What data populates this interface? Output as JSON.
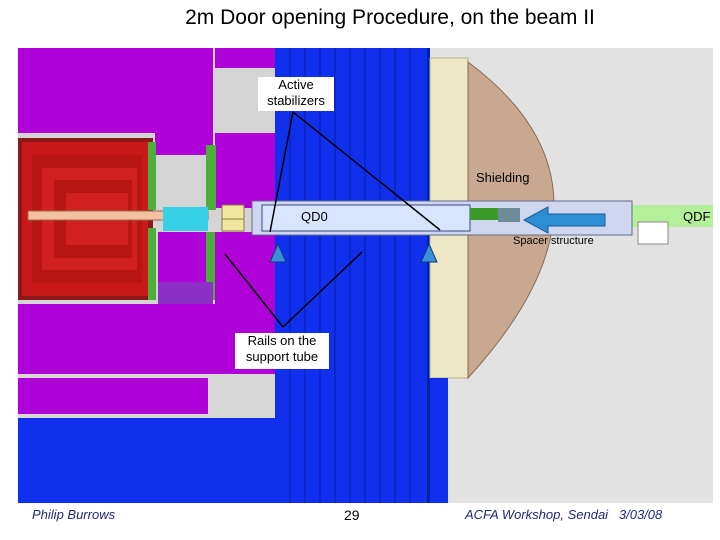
{
  "slide": {
    "title": "2m Door opening Procedure, on the beam II"
  },
  "labels": {
    "active_stabilizers": "Active stabilizers",
    "shielding": "Shielding",
    "qd0": "QD0",
    "qdf": "QDF",
    "spacer_structure": "Spacer structure",
    "rails_support_tube": "Rails on the support tube"
  },
  "footer": {
    "author": "Philip Burrows",
    "page": "29",
    "event": "ACFA Workshop, Sendai   3/03/08"
  },
  "colors": {
    "magenta": "#b000d8",
    "blue": "#1030ee",
    "red": "#d01818",
    "shielding": "#c8a890",
    "beige": "#ede7c5",
    "green": "#b4f09a",
    "arrow": "#2d8fd3"
  }
}
